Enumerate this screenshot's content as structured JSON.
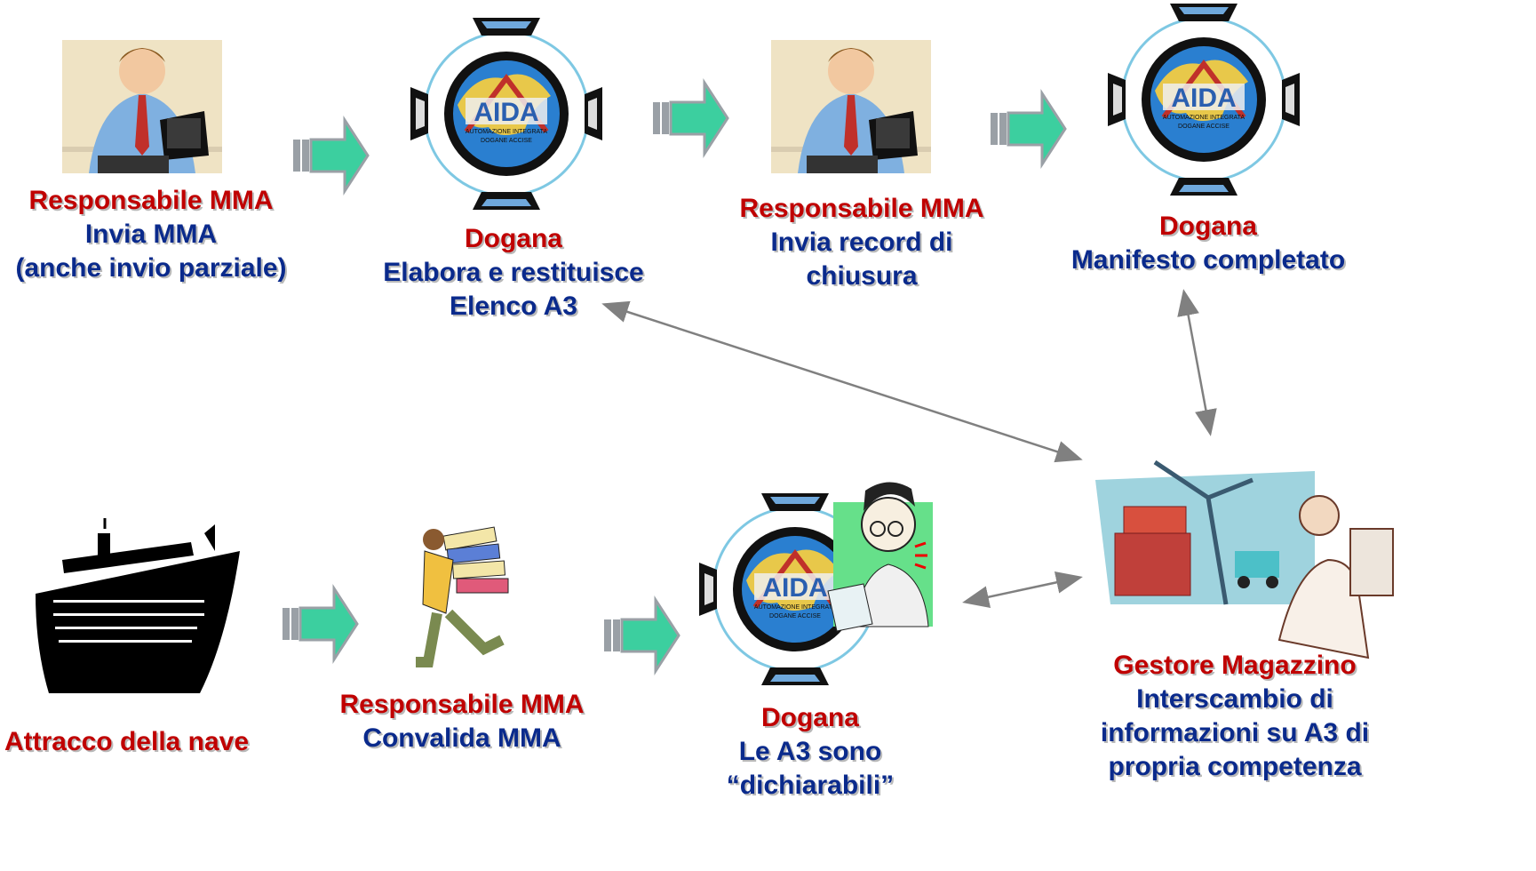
{
  "nodes": {
    "send_mma": {
      "role": "Responsabile MMA",
      "lines": [
        "Invia MMA",
        "(anche invio parziale)"
      ]
    },
    "customs_process": {
      "role": "Dogana",
      "lines": [
        "Elabora e restituisce",
        "Elenco A3"
      ]
    },
    "send_close": {
      "role": "Responsabile MMA",
      "lines": [
        "Invia record di",
        "chiusura"
      ]
    },
    "customs_done": {
      "role": "Dogana",
      "lines": [
        "Manifesto completato"
      ]
    },
    "ship_arrival": {
      "role": "Attracco della nave",
      "lines": []
    },
    "validate_mma": {
      "role": "Responsabile MMA",
      "lines": [
        "Convalida MMA"
      ]
    },
    "customs_declarable": {
      "role": "Dogana",
      "lines": [
        "Le A3 sono",
        "“dichiarabili”"
      ]
    },
    "warehouse": {
      "role": "Gestore Magazzino",
      "lines": [
        "Interscambio di",
        "informazioni su A3 di",
        "propria competenza"
      ]
    }
  },
  "logo": {
    "name": "AIDA",
    "line1": "AUTOMAZIONE INTEGRATA",
    "line2": "DOGANE ACCISE"
  },
  "colors": {
    "role": "#c00000",
    "desc": "#0a2a8c",
    "arrow": "#33cc99",
    "connector": "#808080"
  },
  "icons": [
    "businessman-laptop-icon",
    "aida-logo-icon",
    "ship-icon",
    "porter-boxes-icon",
    "inspector-icon",
    "container-port-icon"
  ]
}
